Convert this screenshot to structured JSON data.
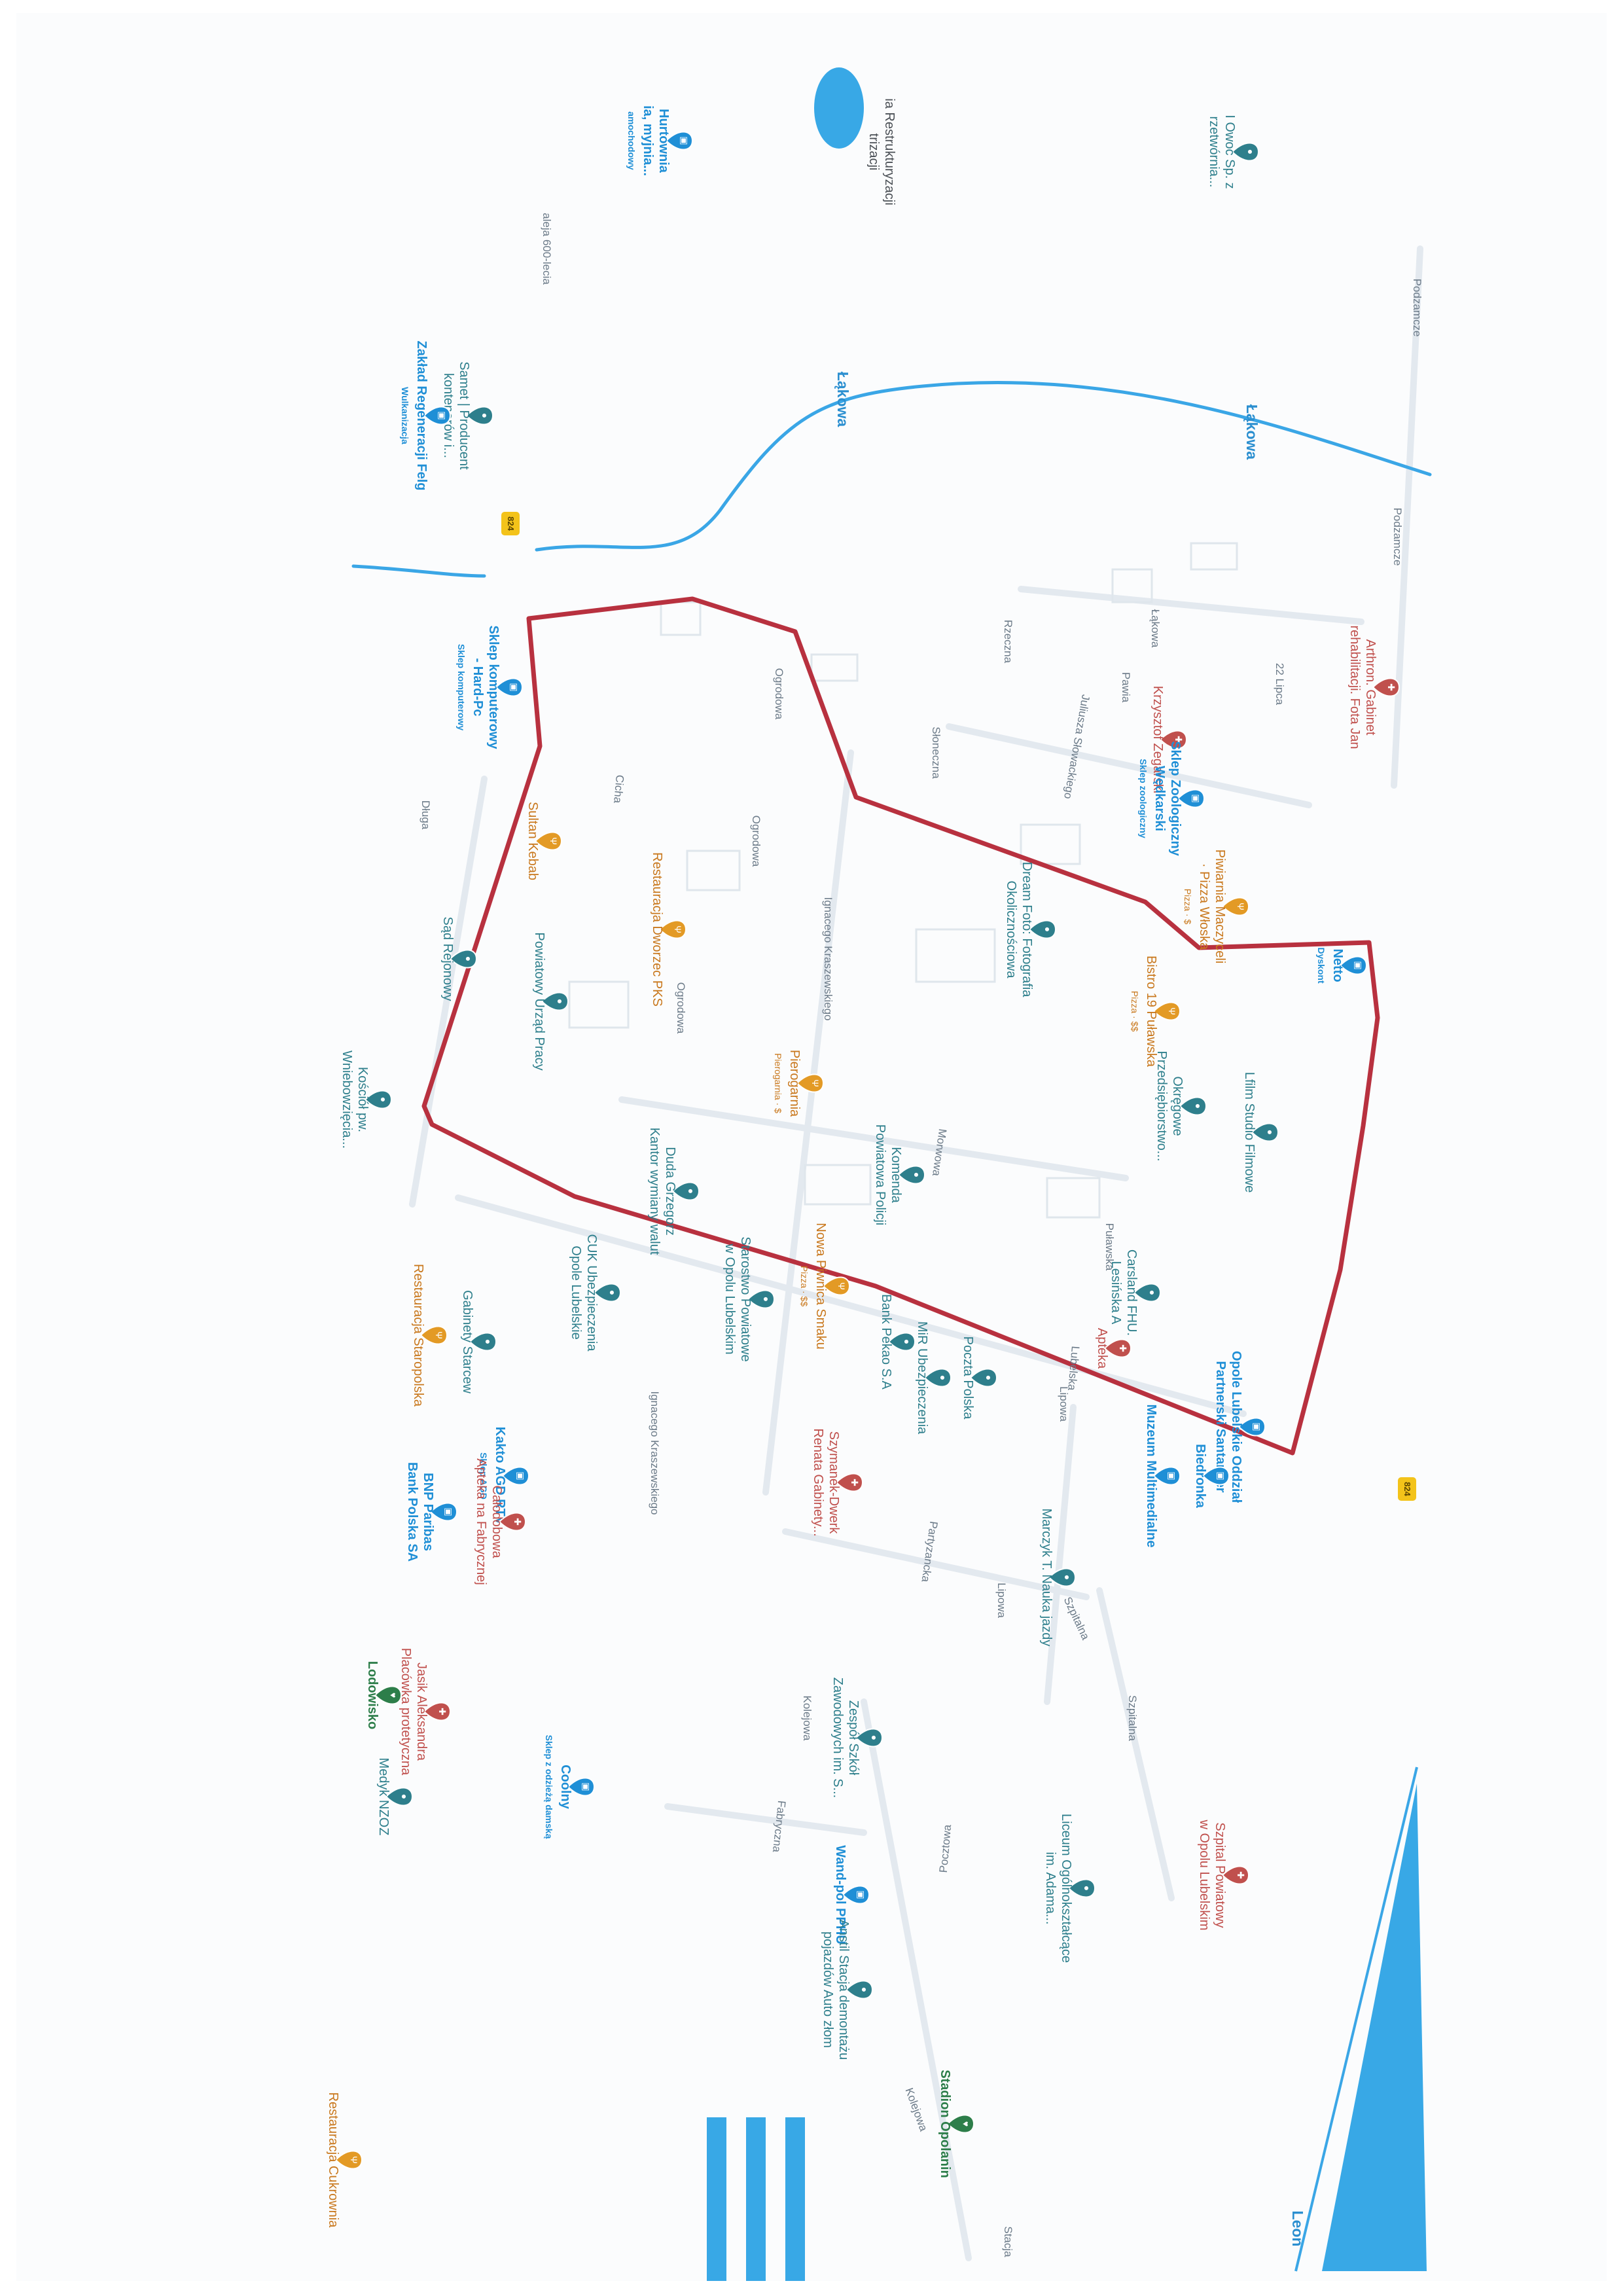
{
  "map": {
    "streets": [
      {
        "id": "lakowa-river-1",
        "text": "Łąkowa",
        "style": "blue"
      },
      {
        "id": "lakowa-river-2",
        "text": "Łąkowa",
        "style": "blue"
      },
      {
        "id": "podzamcze-1",
        "text": "Podzamcze"
      },
      {
        "id": "podzamcze-2",
        "text": "Podzamcze"
      },
      {
        "id": "aleja-600",
        "text": "aleja 600-lecia"
      },
      {
        "id": "lakowa-street",
        "text": "Łąkowa"
      },
      {
        "id": "22-lipca",
        "text": "22 Lipca"
      },
      {
        "id": "rzeczna",
        "text": "Rzeczna"
      },
      {
        "id": "pawia",
        "text": "Pawia"
      },
      {
        "id": "slowackiego",
        "text": "Juliusza Słowackiego"
      },
      {
        "id": "sloneczna",
        "text": "Słoneczna"
      },
      {
        "id": "ogrodowa-1",
        "text": "Ogrodowa"
      },
      {
        "id": "ogrodowa-2",
        "text": "Ogrodowa"
      },
      {
        "id": "ogrodowa-3",
        "text": "Ogrodowa"
      },
      {
        "id": "cicha",
        "text": "Cicha"
      },
      {
        "id": "dluga",
        "text": "Długa"
      },
      {
        "id": "kraszewskiego-1",
        "text": "Ignacego Kraszewskiego"
      },
      {
        "id": "kraszewskiego-2",
        "text": "Ignacego Kraszewskiego"
      },
      {
        "id": "morwowa",
        "text": "Morwowa"
      },
      {
        "id": "pulawska",
        "text": "Puławska"
      },
      {
        "id": "lubelska",
        "text": "Lubelska"
      },
      {
        "id": "lipowa-1",
        "text": "Lipowa"
      },
      {
        "id": "lipowa-2",
        "text": "Lipowa"
      },
      {
        "id": "partyzancka",
        "text": "Partyzancka"
      },
      {
        "id": "szpitalna-1",
        "text": "Szpitalna"
      },
      {
        "id": "szpitalna-2",
        "text": "Szpitalna"
      },
      {
        "id": "kolejowa-1",
        "text": "Kolejowa"
      },
      {
        "id": "kolejowa-2",
        "text": "Kolejowa"
      },
      {
        "id": "fabryczna",
        "text": "Fabryczna"
      },
      {
        "id": "pocztowa",
        "text": "Pocztowa"
      },
      {
        "id": "leon",
        "text": "Leon",
        "style": "blue"
      },
      {
        "id": "stacja",
        "text": "Stacja"
      }
    ],
    "badges": [
      {
        "id": "824-a",
        "text": "824"
      },
      {
        "id": "824-b",
        "text": "824"
      }
    ],
    "pois": [
      {
        "id": "owoc",
        "category": "teal",
        "name": "I Owoc Sp. z",
        "name2": "rzetwórnia..."
      },
      {
        "id": "restrukturyzacji",
        "category": "plain",
        "name": "ia Restrukturyzacji",
        "name2": "trizacji"
      },
      {
        "id": "hurtownia",
        "category": "blue",
        "name": "Hurtownia",
        "name2": "ia, myjnia...",
        "sub": "amochodowy"
      },
      {
        "id": "samet",
        "category": "teal",
        "name": "Samet | Producent",
        "name2": "kontenerów i..."
      },
      {
        "id": "zaklad-felg",
        "category": "blue",
        "name": "Zakład Regeneracji Felg",
        "sub": "Wulkanizacja"
      },
      {
        "id": "arthron",
        "category": "red",
        "name": "Arthron. Gabinet",
        "name2": "rehabilitacji. Fota Jan"
      },
      {
        "id": "zegarski",
        "category": "red",
        "name": "Krzysztof Zegarski"
      },
      {
        "id": "sklep-komputerowy",
        "category": "blue",
        "name": "Sklep komputerowy",
        "name2": "- Hard-Pc",
        "sub": "Sklep komputerowy"
      },
      {
        "id": "sultan",
        "category": "orange",
        "name": "Sultan Kebab"
      },
      {
        "id": "piwiarnia",
        "category": "orange",
        "name": "Piwiarnia Maczyceli",
        "name2": "· Pizza Włoska",
        "sub": "Pizza · $"
      },
      {
        "id": "zoologiczny",
        "category": "blue",
        "name": "Sklep Zoologiczny",
        "name2": "Wędkarski",
        "sub": "Sklep zoologiczny"
      },
      {
        "id": "dream-foto",
        "category": "teal",
        "name": "Dream Foto: Fotografia",
        "name2": "Okolicznościowa"
      },
      {
        "id": "restauracja-dworzec",
        "category": "orange",
        "name": "Restauracja Dworzec PKS"
      },
      {
        "id": "bistro19",
        "category": "orange",
        "name": "Bistro 19 Puławska",
        "sub": "Pizza · $$"
      },
      {
        "id": "netto",
        "category": "blue",
        "name": "Netto",
        "sub": "Dyskont"
      },
      {
        "id": "lfilm",
        "category": "teal",
        "name": "Lfilm Studio Filmowe"
      },
      {
        "id": "sad",
        "category": "teal",
        "name": "Sąd Rejonowy"
      },
      {
        "id": "urzad-pracy",
        "category": "teal",
        "name": "Powiatowy Urząd Pracy"
      },
      {
        "id": "pierogarnia",
        "category": "orange",
        "name": "Pierogarnia",
        "sub": "Pierogarnia · $"
      },
      {
        "id": "okregowe",
        "category": "teal",
        "name": "Okręgowe",
        "name2": "Przedsiębiorstwo..."
      },
      {
        "id": "kosciol",
        "category": "teal",
        "name": "Kościół pw.",
        "name2": "Wniebowzięcia..."
      },
      {
        "id": "duda",
        "category": "teal",
        "name": "Duda Grzegorz",
        "name2": "Kantor wymiany walut"
      },
      {
        "id": "komenda",
        "category": "teal",
        "name": "Komenda",
        "name2": "Powiatowa Policji"
      },
      {
        "id": "nowa-piwnica",
        "category": "orange",
        "name": "Nowa Piwnica Smaku",
        "sub": "Pizza · $$"
      },
      {
        "id": "carsland",
        "category": "teal",
        "name": "Carsland FHU.",
        "name2": "Lesińska A"
      },
      {
        "id": "pzu-partnerski",
        "category": "blue",
        "name": "Opole Lubelskie Oddział",
        "name2": "Partnerski Santander"
      },
      {
        "id": "apteka",
        "category": "red",
        "name": "Apteka"
      },
      {
        "id": "cuk",
        "category": "teal",
        "name": "CUK Ubezpieczenia",
        "name2": "Opole Lubelskie"
      },
      {
        "id": "starostwo",
        "category": "teal",
        "name": "Starostwo Powiatowe",
        "name2": "w Opolu Lubelskim"
      },
      {
        "id": "pekao",
        "category": "teal",
        "name": "Bank Pekao S.A"
      },
      {
        "id": "szymanek",
        "category": "red",
        "name": "Szymanek-Dwerk",
        "name2": "Renata Gabinety..."
      },
      {
        "id": "mir",
        "category": "teal",
        "name": "MiR Ubezpieczenia"
      },
      {
        "id": "poczta",
        "category": "teal",
        "name": "Poczta Polska"
      },
      {
        "id": "gabinety-starcew",
        "category": "teal",
        "name": "Gabinety Starcew"
      },
      {
        "id": "restauracja-staropolska",
        "category": "orange",
        "name": "Restauracja Staropolska"
      },
      {
        "id": "kakto",
        "category": "blue",
        "name": "Kakto AGD RTV",
        "sub": "Sklep AGD"
      },
      {
        "id": "bnp",
        "category": "blue",
        "name": "BNP Paribas",
        "name2": "Bank Polska SA"
      },
      {
        "id": "apteka-fabryczna",
        "category": "red",
        "name": "Całodobowa",
        "name2": "Apteka na Fabrycznej"
      },
      {
        "id": "marczyk",
        "category": "teal",
        "name": "Marczyk T. Nauka jazdy"
      },
      {
        "id": "biedronka",
        "category": "blue",
        "name": "Biedronka"
      },
      {
        "id": "muzeum",
        "category": "blue",
        "name": "Muzeum Multimedialne"
      },
      {
        "id": "zespol-szkol",
        "category": "teal",
        "name": "Zespół Szkół",
        "name2": "Zawodowych im. S..."
      },
      {
        "id": "lodowisko",
        "category": "green",
        "name": "Lodowisko"
      },
      {
        "id": "jasik",
        "category": "red",
        "name": "Jasik Aleksandra",
        "name2": "Placówka protetyczna"
      },
      {
        "id": "medyk",
        "category": "teal",
        "name": "Medyk NZOZ"
      },
      {
        "id": "coolny",
        "category": "blue",
        "name": "Coolny",
        "sub": "Sklep z odzieżą damską"
      },
      {
        "id": "szpital",
        "category": "red",
        "name": "Szpital Powiatowy",
        "name2": "w Opolu Lubelskim"
      },
      {
        "id": "liceum",
        "category": "teal",
        "name": "Liceum Ogólnokształcące",
        "name2": "im. Adama..."
      },
      {
        "id": "wand-pol",
        "category": "blue",
        "name": "Wand-pol PPHU"
      },
      {
        "id": "anstil",
        "category": "teal",
        "name": "Anstil Stacja demontażu",
        "name2": "pojazdów Auto złom"
      },
      {
        "id": "stadion",
        "category": "green",
        "name": "Stadion Opolanin"
      },
      {
        "id": "restauracja-cukrownia",
        "category": "orange",
        "name": "Restauracja Cukrownia"
      }
    ],
    "colors": {
      "boundary": "#b8313f",
      "river": "#3aa6e6",
      "water": "#38a8e6",
      "road": "#e6ecf2",
      "building": "#e9eef2",
      "blue": "#1f8fd6",
      "orange": "#e39a25",
      "red": "#c0504d",
      "teal": "#2e7f8c",
      "green": "#2d7e4a",
      "badge": "#f3c31a"
    },
    "icons": {
      "blue": "shopping-bag-icon",
      "orange": "fork-knife-icon",
      "red": "medical-cross-icon",
      "teal": "place-marker-icon",
      "green": "stadium-icon",
      "plain": "none"
    }
  }
}
